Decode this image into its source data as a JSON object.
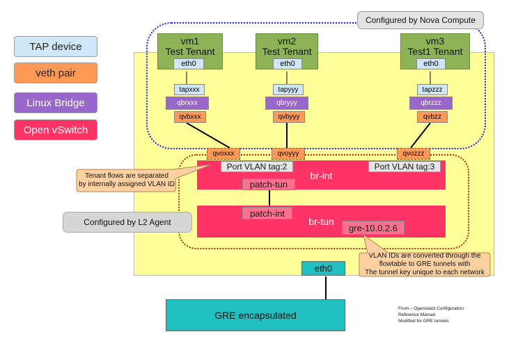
{
  "legend": {
    "tap": "TAP device",
    "veth": "veth pair",
    "linux_bridge": "Linux Bridge",
    "ovs": "Open vSwitch"
  },
  "nova_label": "Configured by Nova Compute",
  "l2_label": "Configured by L2 Agent",
  "vms": [
    {
      "line1": "vm1",
      "line2": "Test Tenant",
      "eth": "eth0",
      "tap": "tapxxx",
      "qbr": "qbrxxx",
      "qvb": "qvbxxx",
      "qvo": "qvoxxx"
    },
    {
      "line1": "vm2",
      "line2": "Test Tenant",
      "eth": "eth0",
      "tap": "tapyyy",
      "qbr": "qbryyy",
      "qvb": "qvbyyy",
      "qvo": "qvoyyy"
    },
    {
      "line1": "vm3",
      "line2": "Test1 Tenant",
      "eth": "eth0",
      "tap": "tapzzz",
      "qbr": "qbrzzz",
      "qvb": "qvbzz",
      "qvo": "qvozzz"
    }
  ],
  "br_int": {
    "label": "br-int",
    "tag_left": "Port VLAN tag:2",
    "tag_right": "Port VLAN tag:3",
    "patch": "patch-tun"
  },
  "br_tun": {
    "label": "br-tun",
    "patch": "patch-int",
    "gre": "gre-10.0.2.6"
  },
  "callout_tenant": [
    "Tenant flows are separated",
    "by internally assigned VLAN ID"
  ],
  "callout_vlan": [
    "VLAN IDs are converted through the",
    "flowtable to GRE tunnels with",
    "The tunnel key unique to each network"
  ],
  "eth0_host": "eth0",
  "gre_box": "GRE encapsulated",
  "footnote": [
    "From – Openstack Configuration",
    "Reference Manual",
    "Modified for GRE tunnels"
  ],
  "colors": {
    "host_bg": "#ffff99",
    "tap": "#cfe7f6",
    "veth": "#ff9955",
    "linux_bridge": "#9966cc",
    "ovs": "#ff3366",
    "vm": "#8db356",
    "gre": "#20c0c0",
    "nova_border": "#1a1aff",
    "l2_border": "#cc2200"
  }
}
